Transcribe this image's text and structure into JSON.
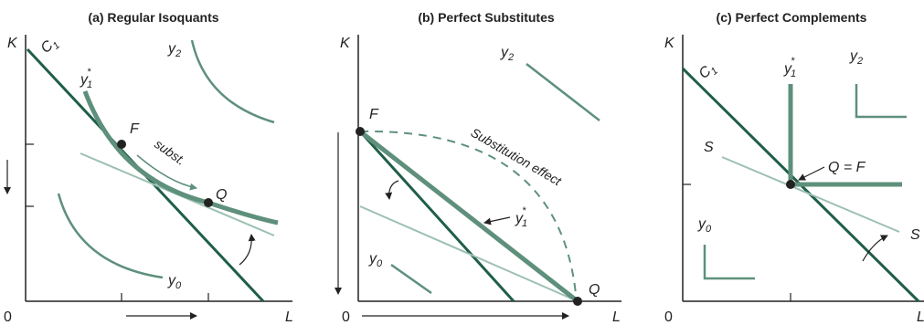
{
  "panels": [
    {
      "title": "(a) Regular Isoquants",
      "y_axis": "K",
      "x_axis": "L",
      "origin": "0",
      "labels": {
        "c1_main": "C",
        "c1_sub": "1",
        "y1_main": "y",
        "y1_sub": "1",
        "y1_star": "*",
        "y2_main": "y",
        "y2_sub": "2",
        "y0_main": "y",
        "y0_sub": "0",
        "point_f": "F",
        "point_q": "Q",
        "subst": "subst."
      }
    },
    {
      "title": "(b) Perfect Substitutes",
      "y_axis": "K",
      "x_axis": "L",
      "origin": "0",
      "labels": {
        "point_f": "F",
        "point_q": "Q",
        "y2_main": "y",
        "y2_sub": "2",
        "y1_main": "y",
        "y1_sub": "1",
        "y1_star": "*",
        "y0_main": "y",
        "y0_sub": "0",
        "subst_effect": "Substitution effect"
      }
    },
    {
      "title": "(c) Perfect Complements",
      "y_axis": "K",
      "x_axis": "L",
      "origin": "0",
      "labels": {
        "c1_main": "C",
        "c1_sub": "1",
        "y1_main": "y",
        "y1_sub": "1",
        "y1_star": "*",
        "y2_main": "y",
        "y2_sub": "2",
        "y0_main": "y",
        "y0_sub": "0",
        "s_left": "S",
        "s_right": "S",
        "q_eq_f": "Q = F"
      }
    }
  ],
  "colors": {
    "dark_green": "#1f5e48",
    "mid_green": "#5e907c",
    "light_green": "#9cc0b1",
    "axis": "#222222"
  }
}
